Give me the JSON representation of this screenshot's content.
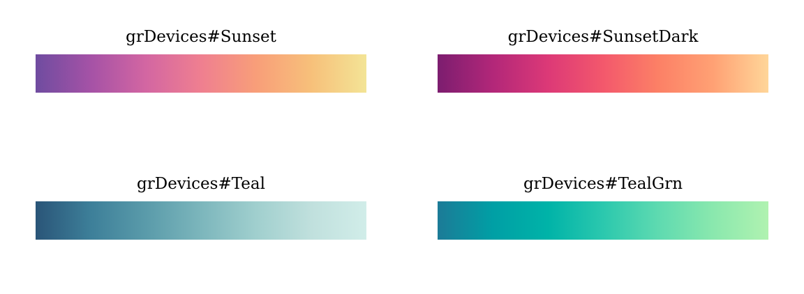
{
  "palettes": [
    {
      "title": "grDevices#Sunset",
      "colors": [
        "#6f4ca0",
        "#a552a6",
        "#d366a2",
        "#ef7f90",
        "#f89e79",
        "#f7c07a",
        "#f3e496"
      ]
    },
    {
      "title": "grDevices#SunsetDark",
      "colors": [
        "#7c1d6f",
        "#b22779",
        "#dc3977",
        "#f3586c",
        "#fc8066",
        "#ffa174",
        "#ffd699"
      ]
    },
    {
      "title": "grDevices#Teal",
      "colors": [
        "#2a5578",
        "#3d7f99",
        "#5a9baa",
        "#7cb6bc",
        "#a0cfce",
        "#c0e0dd",
        "#d1ede9"
      ]
    },
    {
      "title": "grDevices#TealGrn",
      "colors": [
        "#1c7b97",
        "#009fa5",
        "#00b3a8",
        "#2bc8ae",
        "#5edab0",
        "#8ae8ae",
        "#b0f2b0"
      ]
    }
  ]
}
